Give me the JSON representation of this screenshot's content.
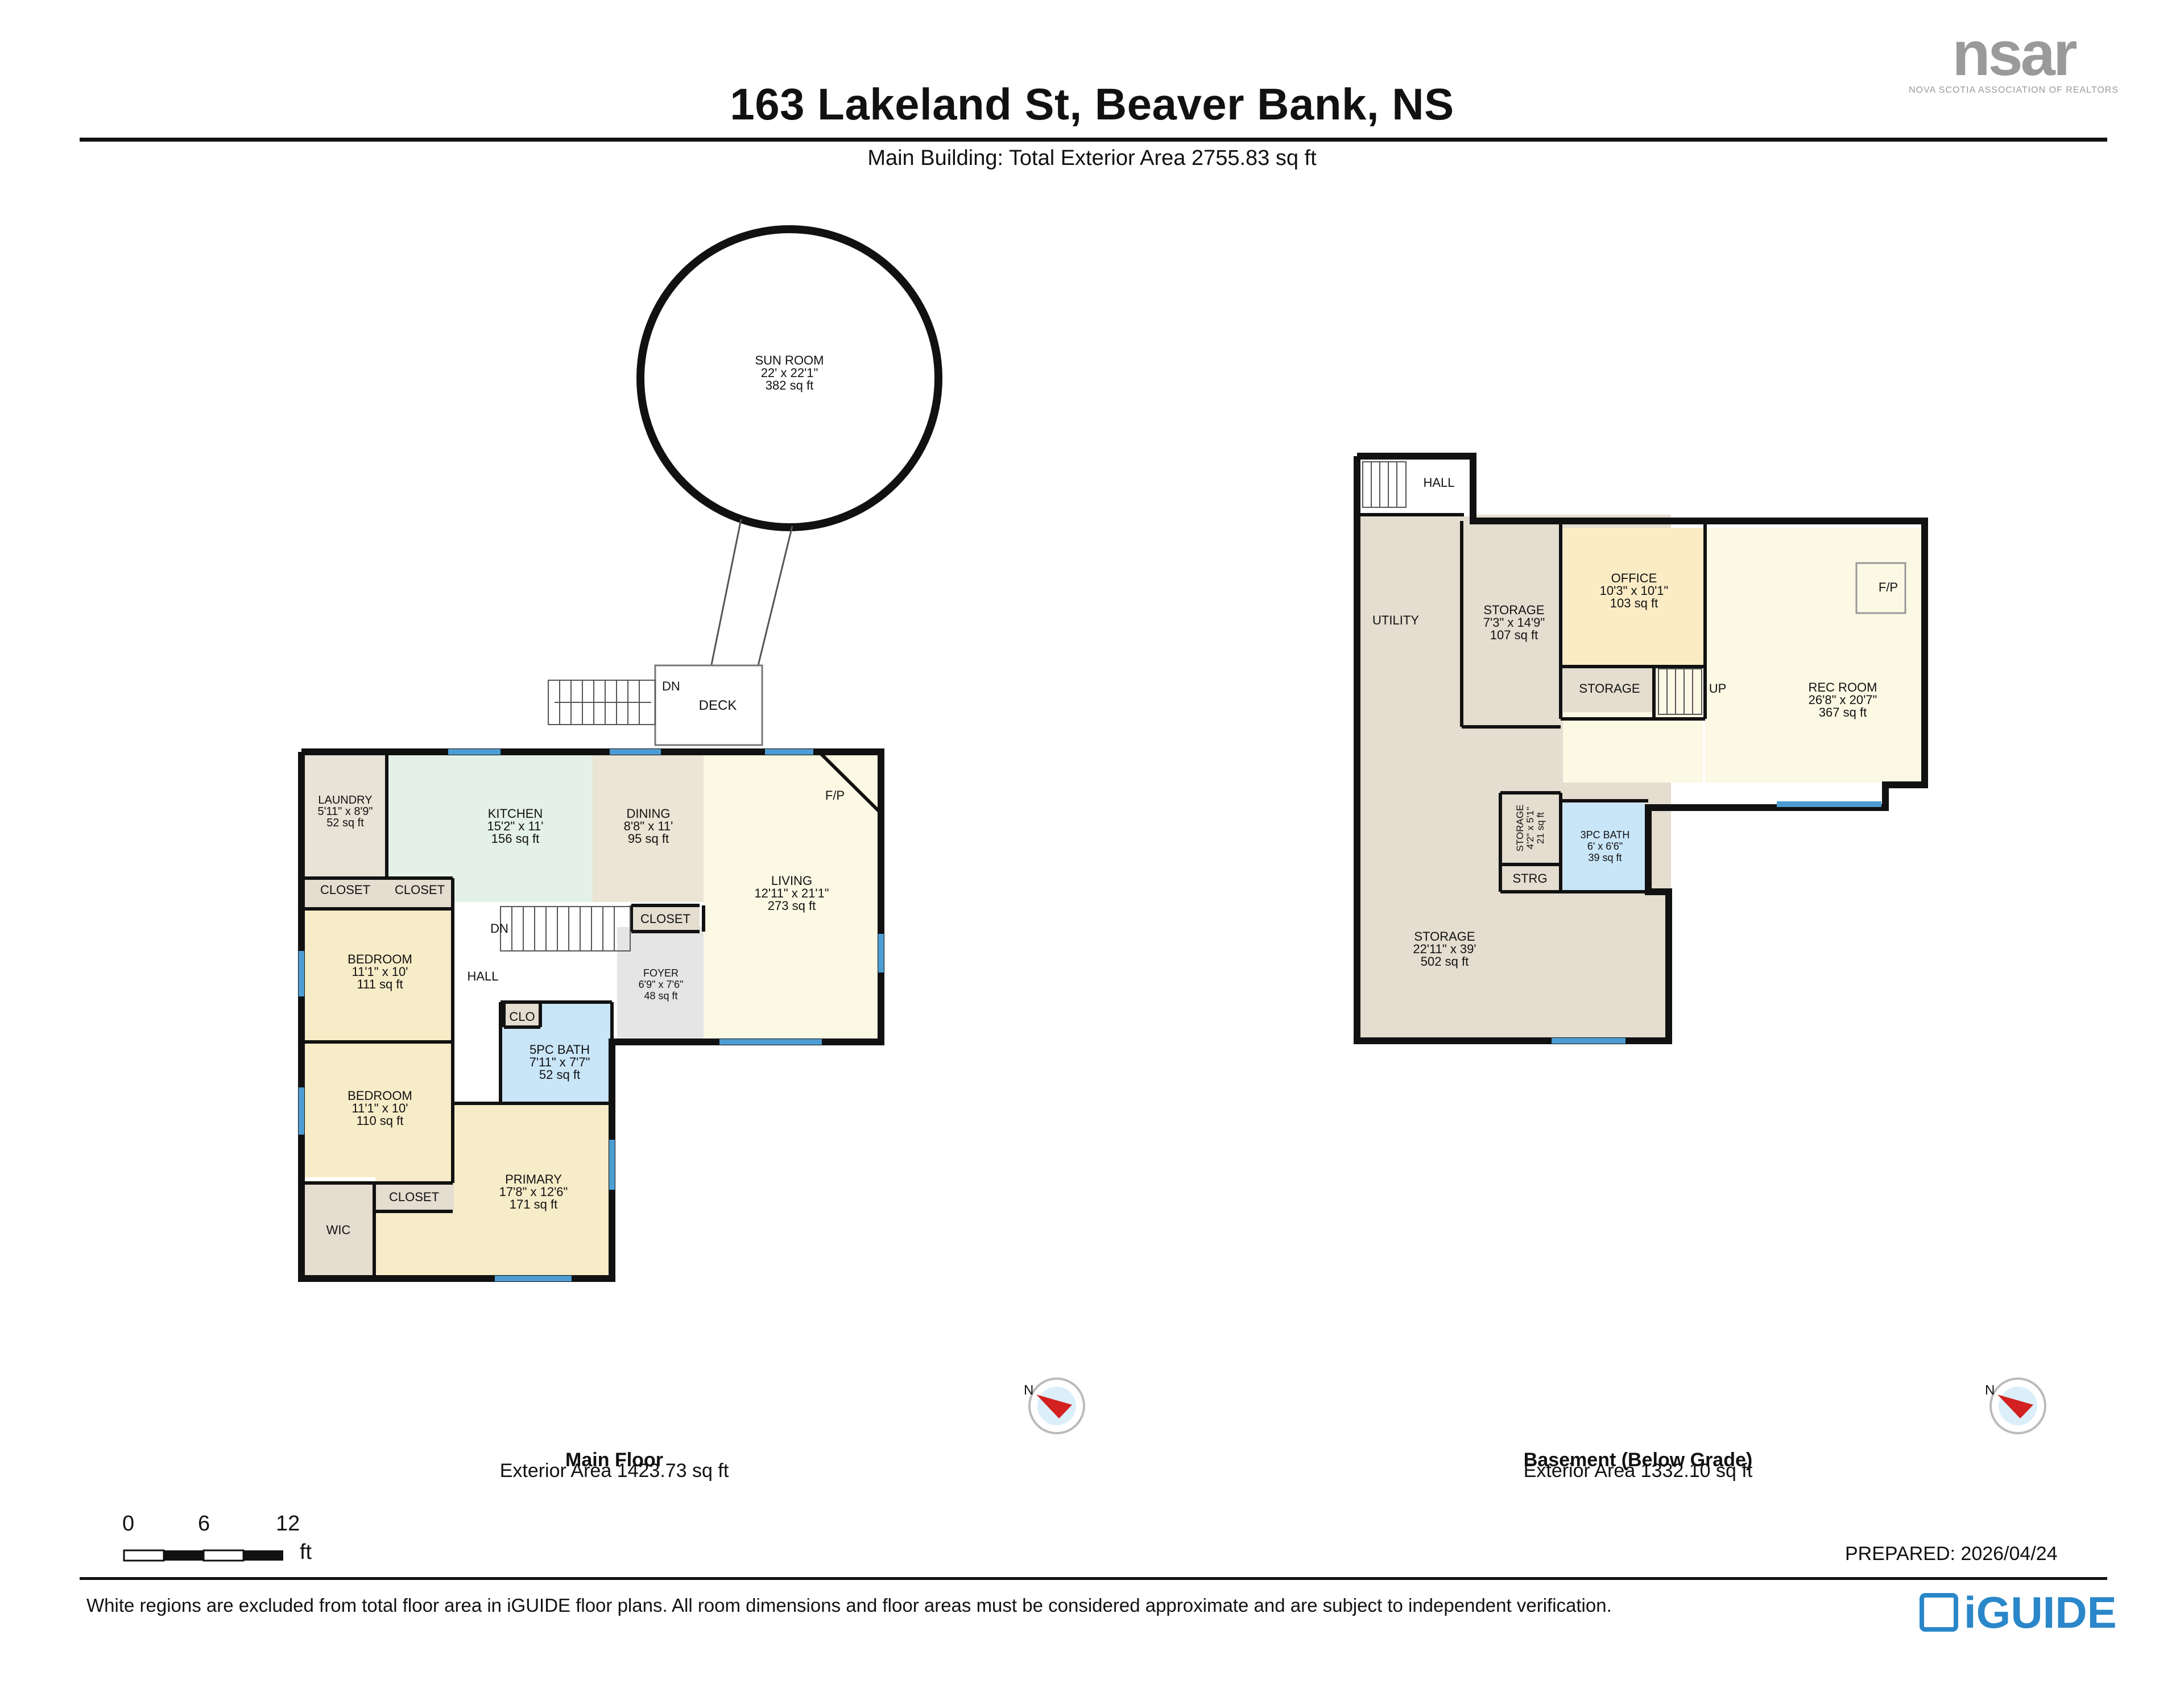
{
  "header": {
    "title": "163 Lakeland St, Beaver Bank, NS",
    "subtitle": "Main Building: Total Exterior Area 2755.83 sq ft",
    "logo_text": "nsar",
    "logo_subtext": "NOVA SCOTIA ASSOCIATION OF REALTORS"
  },
  "main_floor": {
    "name": "Main Floor",
    "exterior_area": "Exterior Area 1423.73 sq ft",
    "rooms": {
      "sunroom": {
        "name": "SUN ROOM",
        "dims": "22' x 22'1\"",
        "area": "382 sq ft"
      },
      "deck": {
        "name": "DECK"
      },
      "dn_deck": "DN",
      "laundry": {
        "name": "LAUNDRY",
        "dims": "5'11\" x 8'9\"",
        "area": "52 sq ft"
      },
      "kitchen": {
        "name": "KITCHEN",
        "dims": "15'2\" x 11'",
        "area": "156 sq ft"
      },
      "dining": {
        "name": "DINING",
        "dims": "8'8\" x 11'",
        "area": "95 sq ft"
      },
      "living": {
        "name": "LIVING",
        "dims": "12'11\" x 21'1\"",
        "area": "273 sq ft"
      },
      "fp": "F/P",
      "closet1": "CLOSET",
      "closet2": "CLOSET",
      "closet3": "CLOSET",
      "closet4": "CLOSET",
      "bedroom1": {
        "name": "BEDROOM",
        "dims": "11'1\" x 10'",
        "area": "111 sq ft"
      },
      "bedroom2": {
        "name": "BEDROOM",
        "dims": "11'1\" x 10'",
        "area": "110 sq ft"
      },
      "hall": "HALL",
      "dn_stairs": "DN",
      "foyer": {
        "name": "FOYER",
        "dims": "6'9\" x 7'6\"",
        "area": "48 sq ft"
      },
      "clo": "CLO",
      "bath5": {
        "name": "5PC BATH",
        "dims": "7'11\" x 7'7\"",
        "area": "52 sq ft"
      },
      "primary": {
        "name": "PRIMARY",
        "dims": "17'8\" x 12'6\"",
        "area": "171 sq ft"
      },
      "wic": "WIC"
    }
  },
  "basement": {
    "name": "Basement (Below Grade)",
    "exterior_area": "Exterior Area 1332.10 sq ft",
    "rooms": {
      "hall": "HALL",
      "utility": "UTILITY",
      "storage1": {
        "name": "STORAGE",
        "dims": "7'3\" x 14'9\"",
        "area": "107 sq ft"
      },
      "office": {
        "name": "OFFICE",
        "dims": "10'3\" x 10'1\"",
        "area": "103 sq ft"
      },
      "fp": "F/P",
      "rec": {
        "name": "REC ROOM",
        "dims": "26'8\" x 20'7\"",
        "area": "367 sq ft"
      },
      "storage2": "STORAGE",
      "up": "UP",
      "storage3": {
        "name": "STORAGE",
        "dims": "4'2\" x 5'1\"",
        "area": "21 sq ft"
      },
      "bath3": {
        "name": "3PC BATH",
        "dims": "6' x 6'6\"",
        "area": "39 sq ft"
      },
      "strg": "STRG",
      "storage_big": {
        "name": "STORAGE",
        "dims": "22'11\" x 39'",
        "area": "502 sq ft"
      }
    }
  },
  "scale_bar": {
    "ticks": [
      "0",
      "6",
      "12"
    ],
    "unit": "ft"
  },
  "compass_label": "N",
  "footer": {
    "prepared": "PREPARED: 2026/04/24",
    "disclaimer": "White regions are excluded from total floor area in iGUIDE floor plans. All room dimensions and floor areas must be considered approximate and are subject to independent verification.",
    "brand": "iGUIDE"
  },
  "colors": {
    "wall": "#111111",
    "laundry": "#e9e2d6",
    "kitchen": "#e4f1e8",
    "dining": "#ece4d4",
    "living": "#fbf8e3",
    "bedroom": "#f7ecc8",
    "foyer": "#e5e5e5",
    "bath": "#c9e5f8",
    "storage": "#e4ddd0",
    "office": "#fcecc6",
    "rec": "#fbf8e4",
    "window": "#4d9dd2"
  }
}
